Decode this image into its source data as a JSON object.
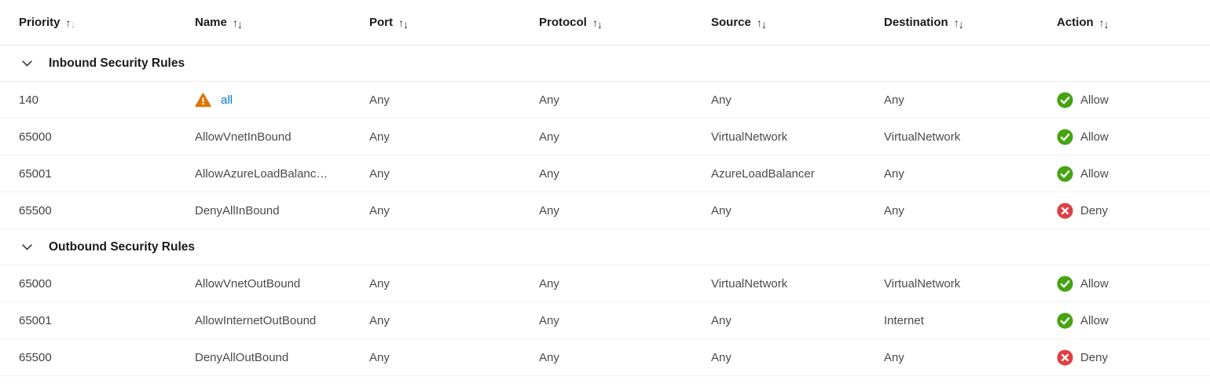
{
  "icons": {
    "arrow_up": "↑",
    "arrow_down": "↓"
  },
  "colors": {
    "allow_green": "#46a312",
    "deny_red": "#dd4145",
    "link_blue": "#0078d4",
    "warning_orange": "#dc7600"
  },
  "header": {
    "columns": {
      "priority": "Priority",
      "name": "Name",
      "port": "Port",
      "protocol": "Protocol",
      "source": "Source",
      "destination": "Destination",
      "action": "Action"
    },
    "sorted_column": "Priority"
  },
  "sections": [
    {
      "title": "Inbound Security Rules",
      "rows": [
        {
          "priority": "140",
          "name": "all",
          "port": "Any",
          "protocol": "Any",
          "source": "Any",
          "destination": "Any",
          "action": "Allow"
        },
        {
          "priority": "65000",
          "name": "AllowVnetInBound",
          "port": "Any",
          "protocol": "Any",
          "source": "VirtualNetwork",
          "destination": "VirtualNetwork",
          "action": "Allow"
        },
        {
          "priority": "65001",
          "name": "AllowAzureLoadBalanc…",
          "port": "Any",
          "protocol": "Any",
          "source": "AzureLoadBalancer",
          "destination": "Any",
          "action": "Allow"
        },
        {
          "priority": "65500",
          "name": "DenyAllInBound",
          "port": "Any",
          "protocol": "Any",
          "source": "Any",
          "destination": "Any",
          "action": "Deny"
        }
      ]
    },
    {
      "title": "Outbound Security Rules",
      "rows": [
        {
          "priority": "65000",
          "name": "AllowVnetOutBound",
          "port": "Any",
          "protocol": "Any",
          "source": "VirtualNetwork",
          "destination": "VirtualNetwork",
          "action": "Allow"
        },
        {
          "priority": "65001",
          "name": "AllowInternetOutBound",
          "port": "Any",
          "protocol": "Any",
          "source": "Any",
          "destination": "Internet",
          "action": "Allow"
        },
        {
          "priority": "65500",
          "name": "DenyAllOutBound",
          "port": "Any",
          "protocol": "Any",
          "source": "Any",
          "destination": "Any",
          "action": "Deny"
        }
      ]
    }
  ]
}
